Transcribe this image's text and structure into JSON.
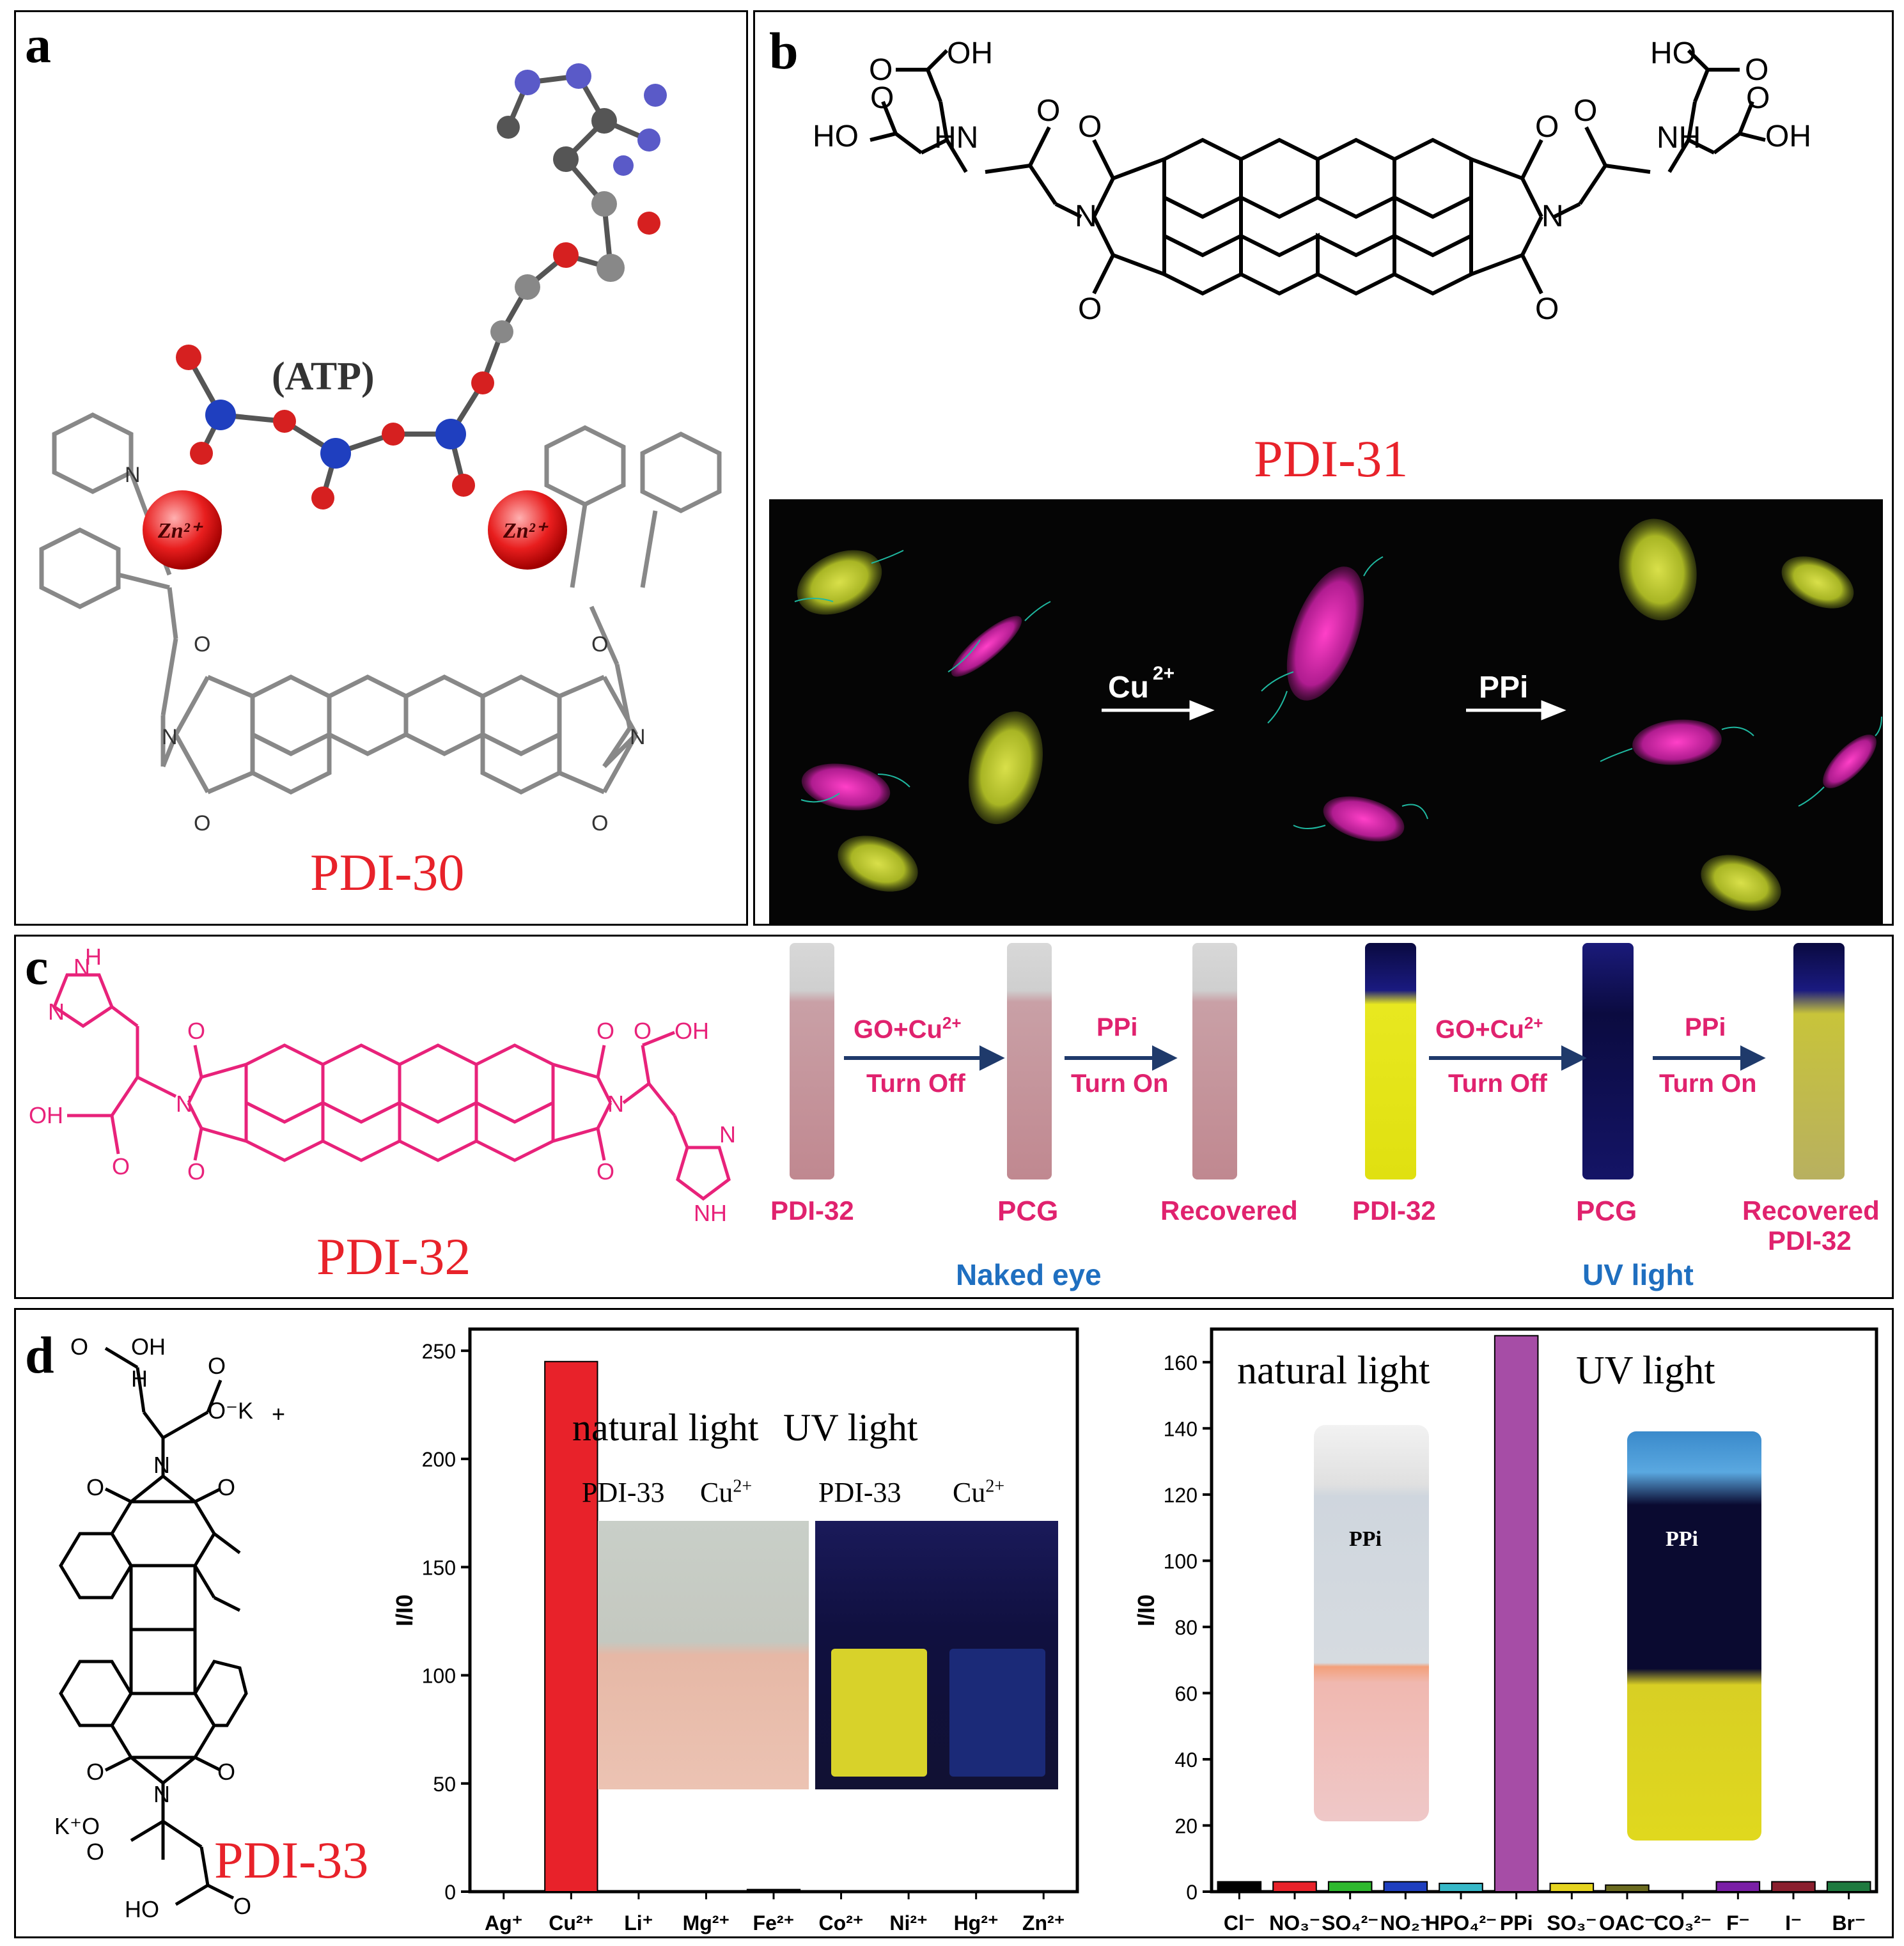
{
  "panel_a": {
    "letter": "a",
    "compound": "PDI-30",
    "atp_label": "(ATP)",
    "zn_label_left": "Zn²⁺",
    "zn_label_right": "Zn²⁺",
    "n_label": "N",
    "o_label": "O"
  },
  "panel_b": {
    "letter": "b",
    "compound": "PDI-31",
    "atoms": {
      "oh_left_top": "OH",
      "o_left_top": "O",
      "o_left_mid": "O",
      "ho_left": "HO",
      "hn_left": "HN",
      "o_left_amide": "O",
      "ho_right_top": "HO",
      "o_right_top": "O",
      "o_right_mid": "O",
      "oh_right": "OH",
      "nh_right": "NH",
      "o_right_amide": "O",
      "n_left": "N",
      "n_right": "N",
      "o_imide_tl": "O",
      "o_imide_bl": "O",
      "o_imide_tr": "O",
      "o_imide_br": "O"
    },
    "arrow_cu_label": "Cu",
    "arrow_cu_sup": "2+",
    "arrow_ppi_label": "PPi"
  },
  "panel_c": {
    "letter": "c",
    "compound": "PDI-32",
    "atoms": {
      "h": "H",
      "n_top": "N",
      "n_left": "N",
      "oh_right": "OH",
      "oh_left": "OH",
      "o_right_acid": "O",
      "o_left_acid": "O",
      "nh_bottom": "NH",
      "n_bottom": "N",
      "n_imide_left": "N",
      "n_imide_right": "N",
      "o_tl": "O",
      "o_bl": "O",
      "o_tr": "O",
      "o_br": "O"
    },
    "naked_eye": {
      "title": "Naked eye",
      "tube1": "PDI-32",
      "tube2": "PCG",
      "tube3": "Recovered",
      "arrow1_top": "GO+Cu",
      "arrow1_sup": "2+",
      "arrow1_bottom": "Turn Off",
      "arrow2_top": "PPi",
      "arrow2_bottom": "Turn On"
    },
    "uv_light": {
      "title": "UV light",
      "tube1": "PDI-32",
      "tube2": "PCG",
      "tube3_line1": "Recovered",
      "tube3_line2": "PDI-32",
      "arrow1_top": "GO+Cu",
      "arrow1_sup": "2+",
      "arrow1_bottom": "Turn Off",
      "arrow2_top": "PPi",
      "arrow2_bottom": "Turn On"
    }
  },
  "panel_d": {
    "letter": "d",
    "compound": "PDI-33",
    "atoms": {
      "o_top": "O",
      "oh_top": "OH",
      "h": "H",
      "o_carboxylate": "O",
      "ok_plus": "O⁻K",
      "plus": "+",
      "n_top": "N",
      "o_tl": "O",
      "o_tr": "O",
      "o_bl": "O",
      "o_br": "O",
      "n_bottom": "N",
      "ko_plus": "K⁺O",
      "o_bottom_left": "O",
      "ho_bottom": "HO",
      "o_bottom": "O"
    },
    "inset1": {
      "natural": "natural light",
      "uv": "UV light",
      "tube_a": "PDI-33",
      "tube_b": "Cu",
      "tube_b_sup": "2+",
      "tube_c": "PDI-33",
      "tube_d": "Cu",
      "tube_d_sup": "2+"
    },
    "inset2": {
      "natural": "natural light",
      "uv": "UV light",
      "ppi_left": "PPi",
      "ppi_right": "PPi"
    }
  },
  "chart_data": [
    {
      "type": "bar",
      "ylabel": "I/I0",
      "ylim": [
        0,
        260
      ],
      "yticks": [
        0,
        50,
        100,
        150,
        200,
        250
      ],
      "categories": [
        "Ag⁺",
        "Cu²⁺",
        "Li⁺",
        "Mg²⁺",
        "Fe²⁺",
        "Co²⁺",
        "Ni²⁺",
        "Hg²⁺",
        "Zn²⁺"
      ],
      "values": [
        0,
        245,
        0,
        0,
        1,
        0,
        0,
        0,
        0
      ],
      "colors": [
        "#000000",
        "#e8222a",
        "#000000",
        "#000000",
        "#000000",
        "#000000",
        "#000000",
        "#000000",
        "#000000"
      ]
    },
    {
      "type": "bar",
      "ylabel": "I/I0",
      "ylim": [
        0,
        170
      ],
      "yticks": [
        0,
        20,
        40,
        60,
        80,
        100,
        120,
        140,
        160
      ],
      "categories": [
        "Cl⁻",
        "NO₃⁻",
        "SO₄²⁻",
        "NO₂⁻",
        "HPO₄²⁻",
        "PPi",
        "SO₃⁻",
        "OAC⁻",
        "CO₃²⁻",
        "F⁻",
        "I⁻",
        "Br⁻"
      ],
      "values": [
        3,
        3,
        3,
        3,
        2.5,
        168,
        2.5,
        2,
        0,
        3,
        3,
        3
      ],
      "colors": [
        "#000000",
        "#e8222a",
        "#2eb82e",
        "#1f3fbf",
        "#36b8c8",
        "#a64da6",
        "#e6d41f",
        "#6b6b1f",
        "#1f3f6b",
        "#7a1fa6",
        "#8a1f2e",
        "#1f7a3f"
      ]
    }
  ]
}
